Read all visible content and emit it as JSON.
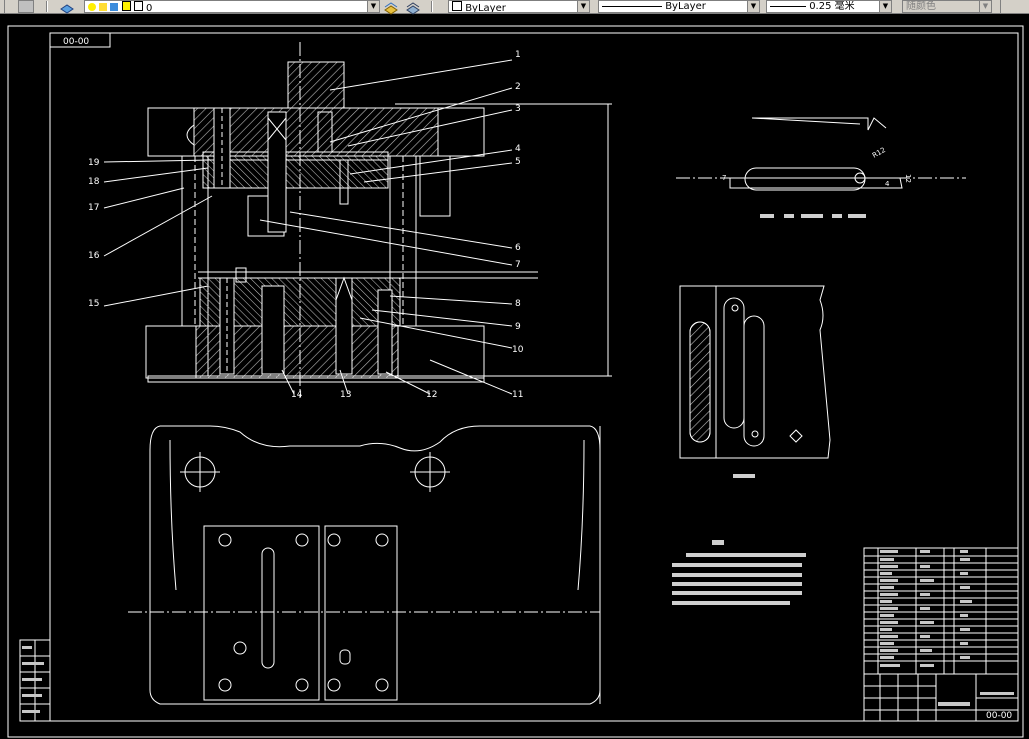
{
  "toolbar": {
    "layer_value": "0",
    "color_value": "ByLayer",
    "linetype_value": "ByLayer",
    "lineweight_value": "0.25 毫米",
    "plotstyle_value": "随颜色"
  },
  "drawing": {
    "title_block_top": "00-00",
    "title_block_bottom": "00-00",
    "part_callouts": [
      "1",
      "2",
      "3",
      "4",
      "5",
      "6",
      "7",
      "8",
      "9",
      "10",
      "11",
      "12",
      "13",
      "14",
      "15",
      "16",
      "17",
      "18",
      "19"
    ],
    "dim_labels": [
      "R12",
      "12",
      "7",
      "4"
    ],
    "blank_caption": "",
    "detail_caption": ""
  },
  "colors": {
    "background": "#000000",
    "line_white": "#ffffff",
    "hatch": "#cfcfcf",
    "toolbar_bg": "#d4d0c8"
  }
}
